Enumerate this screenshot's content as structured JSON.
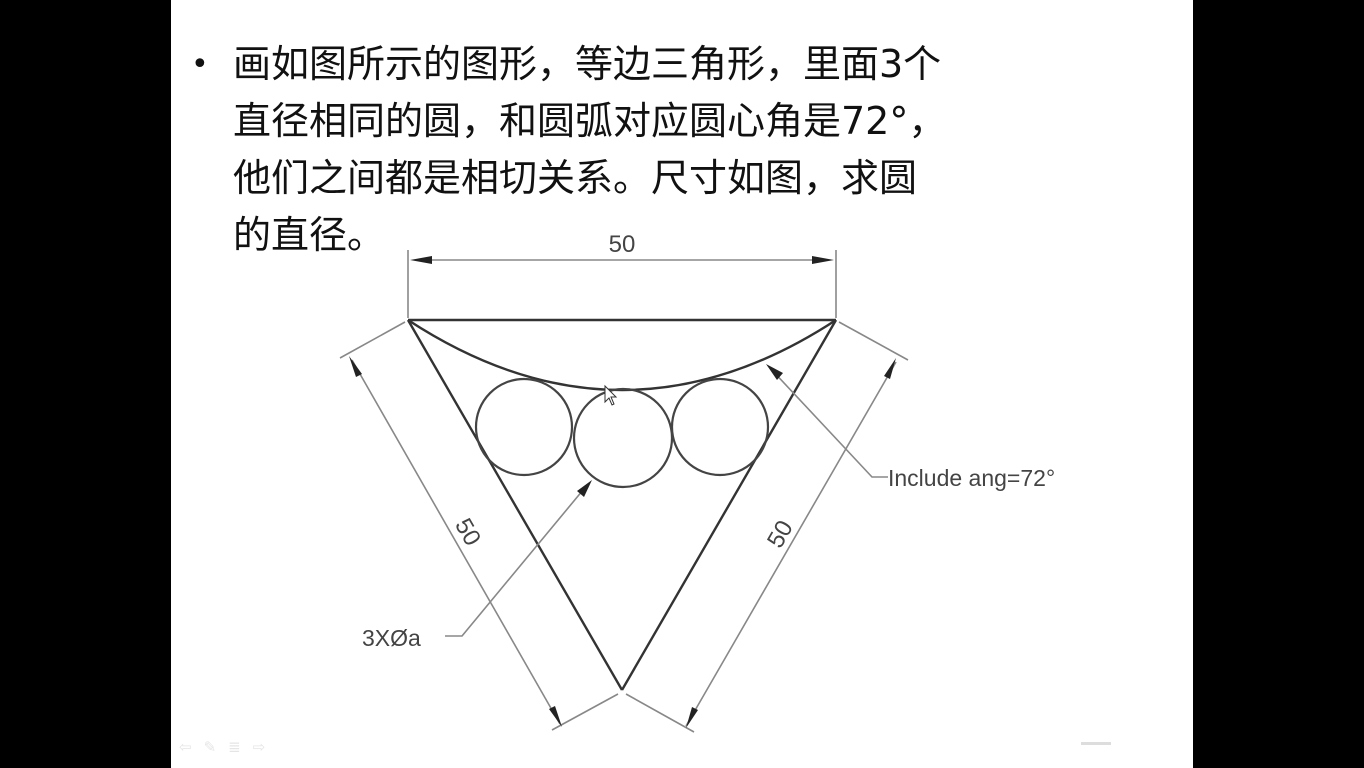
{
  "slide": {
    "bullet": "•",
    "text": "画如图所示的图形，等边三角形，里面3个直径相同的圆，和圆弧对应圆心角是72°，他们之间都是相切关系。尺寸如图，求圆的直径。",
    "lines": [
      "画如图所示的图形，等边三角形，里面3个",
      "直径相同的圆，和圆弧对应圆心角是72°，",
      "他们之间都是相切关系。尺寸如图，求圆",
      "的直径。"
    ]
  },
  "drawing": {
    "dim_top": "50",
    "dim_left": "50",
    "dim_right": "50",
    "label_angle": "Include ang=72°",
    "label_circles": "3XØa",
    "line_color": "#333333",
    "dim_color": "#777777"
  },
  "nav": {
    "prev_icon": "⇦",
    "pen_icon": "✎",
    "menu_icon": "≣",
    "next_icon": "⇨"
  }
}
